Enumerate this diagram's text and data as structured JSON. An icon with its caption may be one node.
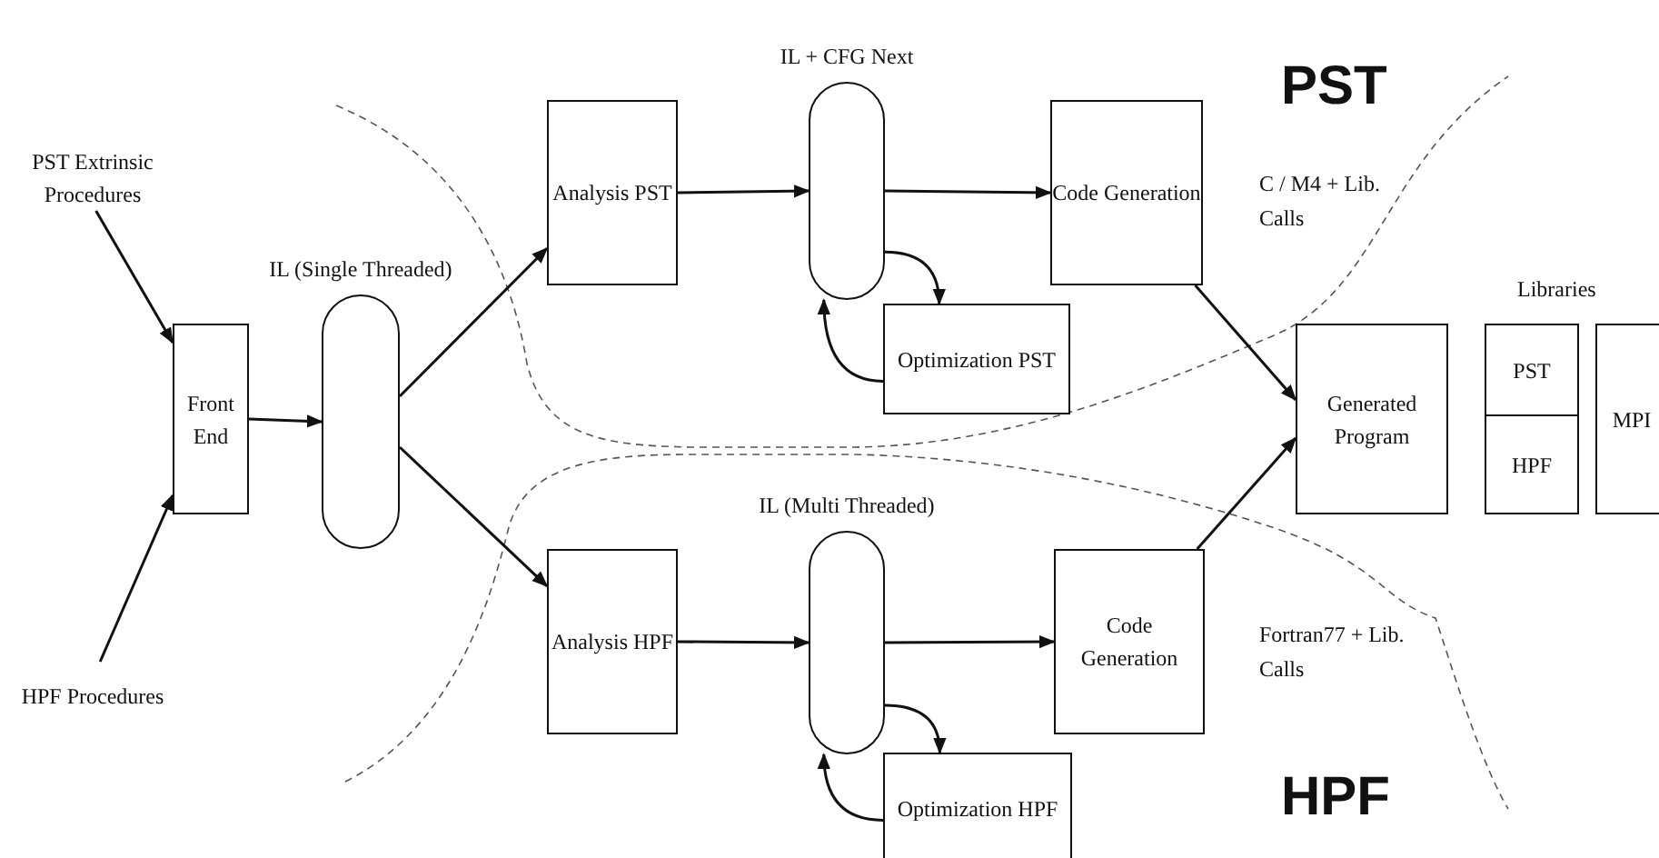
{
  "diagram": {
    "nodes": [
      {
        "text": [
          "PST Extrinsic Procedures"
        ]
      },
      {
        "text": [
          "HPF Procedures"
        ]
      },
      {
        "text": [
          "Front End"
        ]
      },
      {
        "text": [
          "IL (Single Threaded)"
        ]
      },
      {
        "text": [
          "Analysis PST"
        ]
      },
      {
        "text": [
          "IL + CFG Next"
        ]
      },
      {
        "text": [
          "Code Generation"
        ]
      },
      {
        "text": [
          "Optimization PST"
        ]
      },
      {
        "text": [
          "Analysis HPF"
        ]
      },
      {
        "text": [
          "IL (Multi Threaded)"
        ]
      },
      {
        "text": [
          "Code Generation"
        ]
      },
      {
        "text": [
          "Optimization HPF"
        ]
      },
      {
        "text": [
          "Generated Program"
        ]
      },
      {
        "text": [
          "PST"
        ]
      },
      {
        "text": [
          "HPF"
        ]
      },
      {
        "text": [
          "MPI"
        ]
      }
    ],
    "edges": [
      {
        "from": 0,
        "to": 2,
        "arrow": "to"
      },
      {
        "from": 1,
        "to": 2,
        "arrow": "to"
      },
      {
        "from": 2,
        "to": 3,
        "arrow": "to"
      },
      {
        "from": 3,
        "to": 4,
        "arrow": "to"
      },
      {
        "from": 3,
        "to": 8,
        "arrow": "to"
      },
      {
        "from": 4,
        "to": 5,
        "arrow": "to"
      },
      {
        "from": 5,
        "to": 6,
        "arrow": "to"
      },
      {
        "from": 5,
        "to": 7,
        "arrow": "to"
      },
      {
        "from": 7,
        "to": 5,
        "arrow": "to"
      },
      {
        "from": 8,
        "to": 9,
        "arrow": "to"
      },
      {
        "from": 9,
        "to": 10,
        "arrow": "to"
      },
      {
        "from": 9,
        "to": 11,
        "arrow": "to"
      },
      {
        "from": 11,
        "to": 9,
        "arrow": "to"
      },
      {
        "from": 6,
        "to": 12,
        "arrow": "to"
      },
      {
        "from": 10,
        "to": 12,
        "arrow": "to"
      }
    ],
    "labels": [
      "PST",
      "C / M4 + Lib. Calls",
      "Libraries",
      "Fortran77 + Lib. Calls",
      "HPF"
    ]
  }
}
